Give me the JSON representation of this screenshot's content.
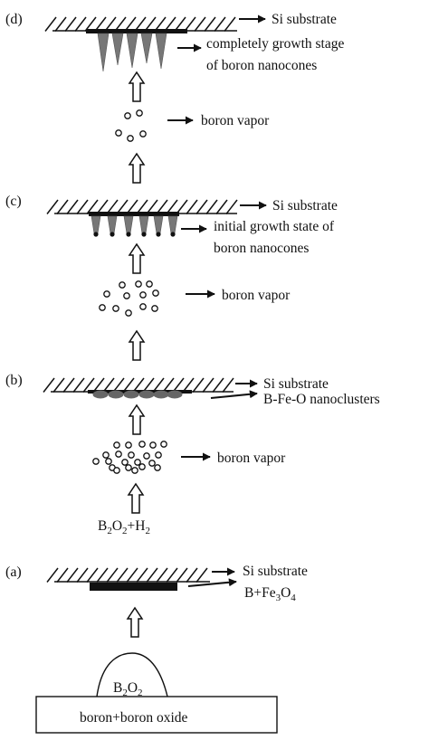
{
  "colors": {
    "ink": "#111111",
    "cone": "#777777",
    "cluster": "#666666",
    "background": "#ffffff"
  },
  "panel_d": {
    "label": "(d)",
    "substrate": "Si substrate",
    "stage_line1": "completely growth stage",
    "stage_line2": "of boron nanocones",
    "vapor": "boron vapor"
  },
  "panel_c": {
    "label": "(c)",
    "substrate": "Si substrate",
    "stage_line1": "initial growth state of",
    "stage_line2": "boron nanocones",
    "vapor": "boron vapor"
  },
  "panel_b": {
    "label": "(b)",
    "substrate": "Si substrate",
    "clusters": "B-Fe-O nanoclusters",
    "vapor": "boron vapor",
    "reaction": {
      "b": "B",
      "b_sub": "2",
      "o": "O",
      "o_sub": "2",
      "plus_h": "+H",
      "h_sub": "2"
    }
  },
  "panel_a": {
    "label": "(a)",
    "substrate": "Si substrate",
    "catalyst": {
      "prefix": "B+Fe",
      "sub1": "3",
      "mid": "O",
      "sub2": "4"
    },
    "gas": {
      "b": "B",
      "b_sub": "2",
      "o": "O",
      "o_sub": "2"
    },
    "source": "boron+boron oxide"
  }
}
